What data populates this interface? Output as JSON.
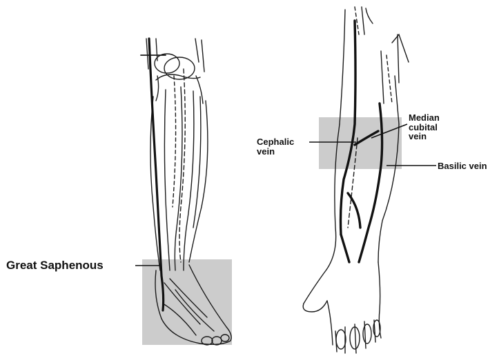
{
  "labels": {
    "great_saphenous": "Great Saphenous",
    "cephalic_vein_line1": "Cephalic",
    "cephalic_vein_line2": "vein",
    "median_cubital_line1": "Median",
    "median_cubital_line2": "cubital",
    "median_cubital_line3": "vein",
    "basilic_vein": "Basilic vein"
  },
  "colors": {
    "highlight_box": "#cccccc",
    "vein": "#111111",
    "outline": "#1a1a1a"
  }
}
